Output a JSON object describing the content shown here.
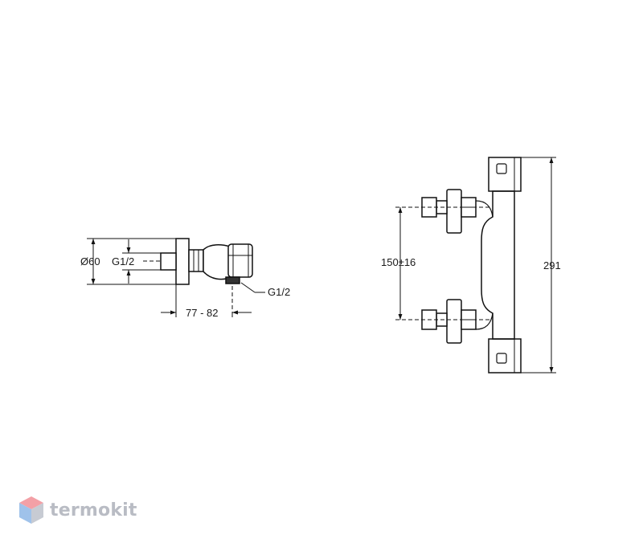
{
  "side_view": {
    "dim_diameter": "Ø60",
    "dim_inlet_thread": "G1/2",
    "dim_outlet_thread": "G1/2",
    "dim_projection": "77 - 82"
  },
  "front_view": {
    "dim_centers": "150±16",
    "dim_height": "291"
  },
  "watermark": {
    "text": "termokit",
    "colors": {
      "top": "#f3a0a6",
      "left": "#9fc2ea",
      "right": "#c7cbd3",
      "text": "#b9bcc4"
    }
  }
}
